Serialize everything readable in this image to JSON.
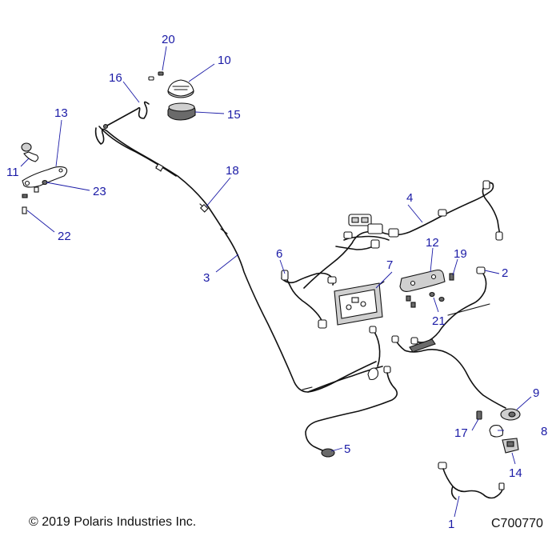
{
  "callouts": [
    {
      "id": "1",
      "label": "1"
    },
    {
      "id": "2",
      "label": "2"
    },
    {
      "id": "3",
      "label": "3"
    },
    {
      "id": "4",
      "label": "4"
    },
    {
      "id": "5",
      "label": "5"
    },
    {
      "id": "6",
      "label": "6"
    },
    {
      "id": "7",
      "label": "7"
    },
    {
      "id": "8",
      "label": "8"
    },
    {
      "id": "9",
      "label": "9"
    },
    {
      "id": "10",
      "label": "10"
    },
    {
      "id": "11",
      "label": "11"
    },
    {
      "id": "12",
      "label": "12"
    },
    {
      "id": "13",
      "label": "13"
    },
    {
      "id": "14",
      "label": "14"
    },
    {
      "id": "15",
      "label": "15"
    },
    {
      "id": "16",
      "label": "16"
    },
    {
      "id": "17",
      "label": "17"
    },
    {
      "id": "18",
      "label": "18"
    },
    {
      "id": "19",
      "label": "19"
    },
    {
      "id": "20",
      "label": "20"
    },
    {
      "id": "21",
      "label": "21"
    },
    {
      "id": "22",
      "label": "22"
    },
    {
      "id": "23",
      "label": "23"
    }
  ],
  "footer": {
    "copyright": "© 2019 Polaris Industries Inc.",
    "drawing_number": "C700770"
  },
  "colors": {
    "callout": "#1a1aa6",
    "line": "#111111",
    "background": "#ffffff"
  }
}
